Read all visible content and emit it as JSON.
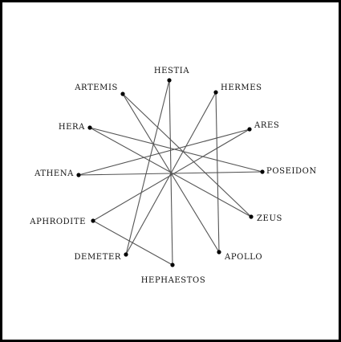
{
  "diagram": {
    "type": "dodecagram",
    "center_hole": "circle",
    "step": 5,
    "nodes": [
      {
        "id": "hestia",
        "label": "HESTIA"
      },
      {
        "id": "hermes",
        "label": "HERMES"
      },
      {
        "id": "ares",
        "label": "ARES"
      },
      {
        "id": "poseidon",
        "label": "POSEIDON"
      },
      {
        "id": "zeus",
        "label": "ZEUS"
      },
      {
        "id": "apollo",
        "label": "APOLLO"
      },
      {
        "id": "hephaestos",
        "label": "HEPHAESTOS"
      },
      {
        "id": "demeter",
        "label": "DEMETER"
      },
      {
        "id": "aphrodite",
        "label": "APHRODITE"
      },
      {
        "id": "athena",
        "label": "ATHENA"
      },
      {
        "id": "hera",
        "label": "HERA"
      },
      {
        "id": "artemis",
        "label": "ARTEMIS"
      }
    ],
    "edges": [
      [
        "hestia",
        "hephaestos"
      ],
      [
        "hestia",
        "demeter"
      ],
      [
        "hermes",
        "demeter"
      ],
      [
        "hermes",
        "apollo"
      ],
      [
        "ares",
        "aphrodite"
      ],
      [
        "ares",
        "athena"
      ],
      [
        "poseidon",
        "athena"
      ],
      [
        "poseidon",
        "hera"
      ],
      [
        "zeus",
        "hera"
      ],
      [
        "zeus",
        "artemis"
      ],
      [
        "apollo",
        "artemis"
      ],
      [
        "aphrodite",
        "hephaestos"
      ]
    ],
    "colors": {
      "line": "#555555",
      "node": "#000000",
      "text": "#111111",
      "border": "#000000",
      "background": "#ffffff"
    }
  }
}
